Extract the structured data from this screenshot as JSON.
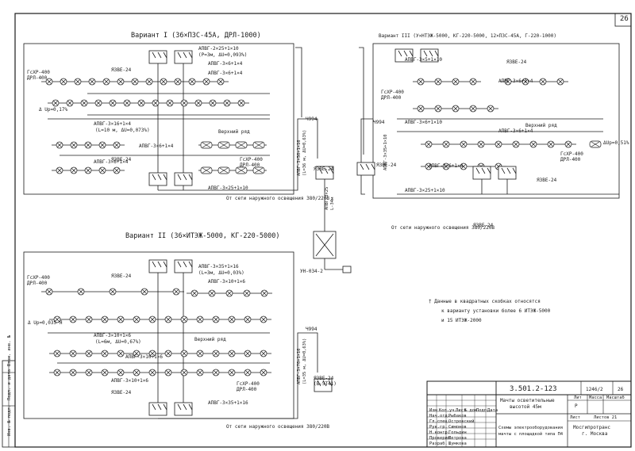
{
  "sheet": {
    "page_number": "26"
  },
  "variant1": {
    "title": "Вариант I  (36×ПЗС-45А, ДРЛ-1000)",
    "supply": "От сети наружного освещения 380/220В",
    "row_label": "Верхний ряд",
    "cables": [
      "АПВГ-2×25+1×10",
      "(Р=3м, ΔU=0,093%)",
      "АПВГ-3×6+1×4",
      "АПВГ-3×6+1×4",
      "АПВГ-3×16+1×4",
      "(L=10 м, ΔU=0,073%)",
      "АПВГ-3×6+1×4",
      "АПВГ-3×6+1×4",
      "АПВГ-3×25+1×10",
      "АПВГ-3×50+1×16",
      "(L=36 м, ΔU=0,63%)"
    ],
    "labels": [
      "ЯЗВЕ-24",
      "ЯЗВЕ-24",
      "ЯЗВЕ-24",
      "ГсХР-400",
      "ДРЛ-400",
      "ГсХР-400",
      "ДРЛ-400",
      "Δ Uр=0,17%",
      "ЯЗВЕ-24",
      "ЯЗВЕ-24",
      "Ч994"
    ]
  },
  "variant2": {
    "title": "Вариант II  (36×ИТЭЖ-5000, КГ-220-5000)",
    "supply": "От сети наружного освещения 380/220В",
    "row_label": "Верхний ряд",
    "cables": [
      "АПВГ-3×35+1×16",
      "(L=3м, ΔU=0,03%)",
      "АПВГ-3×10+1×6",
      "АПВГ-3×10+1×6",
      "(L=6м, ΔU=0,67%)",
      "АПВГ-3×10+1×6",
      "АПВГ-3×10+1×6",
      "АПВГ-3×35+1×16",
      "АПВГ-3×70+1×16",
      "(L=35 м, ΔU=0,63%)"
    ],
    "labels": [
      "ГсХР-400",
      "ДРЛ-400",
      "ЯЗВЕ-24",
      "Δ Uр=0,035 Я",
      "ГсХР-400",
      "ДРЛ-400",
      "ЯЗВЕ-24",
      "ЯЗВЕ-24",
      "(Б-5Т41)",
      "Ч994"
    ]
  },
  "variant3": {
    "title": "Вариант III  (У×НТЭЖ-5000, КГ-220-5000, 12×ПЗС-45А, Г-220-1000)",
    "supply": "От сети наружного освещения 380/220В",
    "row_label": "Верхний ряд",
    "cables": [
      "АПВГ-3×5+1×10",
      "АПВГ-3×6+1×4",
      "АПВГ-3×6+1×10",
      "АПВГ-3×6+1×4",
      "АПВГ-3×6+1×4",
      "АПВГ-3×25+1×10",
      "АПВГ-3×35+1×10"
    ],
    "labels": [
      "ЯЗВЕ-24",
      "ГсХР-400",
      "ДРЛ-400",
      "ГсХР-400",
      "ДРЛ-400",
      "ЯЗВЕ-24",
      "ЯЗВЕ-24",
      "ЯЗВЕ-24",
      "Ч994",
      "ΔUр=0,51%",
      "ЯЗВЕ-24"
    ]
  },
  "transformer": {
    "label": "УН-034-2",
    "cable1": "АПВГ-3×25",
    "cable2": "L-34м"
  },
  "note": {
    "line1": "† Данные в квадратных скобках относятся",
    "line2": "к варианту установки более 6 ИТЭЖ-5000",
    "line3": "и 15 ИТЭЖ-2000"
  },
  "title_block": {
    "code": "3.501.2-123",
    "sheet_ref": "1246/2",
    "sheet_no": "26",
    "title1": "Мачты осветительные",
    "title2": "высотой 45м",
    "stage": "Р",
    "col_lit": "Лит",
    "col_mass": "Масса",
    "col_scale": "Масштаб",
    "col_sheet": "Лист",
    "col_sheets": "Листов 21",
    "desc1": "Схемы электрооборудования",
    "desc2": "мачты с площадкой типа П4",
    "org1": "Мосгипротранс",
    "org2": "г. Москва",
    "header": [
      "Изм",
      "Кол.уч.",
      "Лист",
      "№ док.",
      "Подп.",
      "Дата"
    ],
    "signers": [
      {
        "role": "Нач.отд.",
        "name": "Рыбаков"
      },
      {
        "role": "Гл.спец.",
        "name": "Островский"
      },
      {
        "role": "Рук.гр.",
        "name": "Симонов"
      },
      {
        "role": "Н.контр.",
        "name": "Гольдин"
      },
      {
        "role": "Проверил",
        "name": "Петрова"
      },
      {
        "role": "Разраб.",
        "name": "Шумкова"
      }
    ]
  },
  "side_stamp": {
    "col1": "Инв. № подл.",
    "col2": "Подп. и дата",
    "col3": "Взам. инв. №"
  }
}
